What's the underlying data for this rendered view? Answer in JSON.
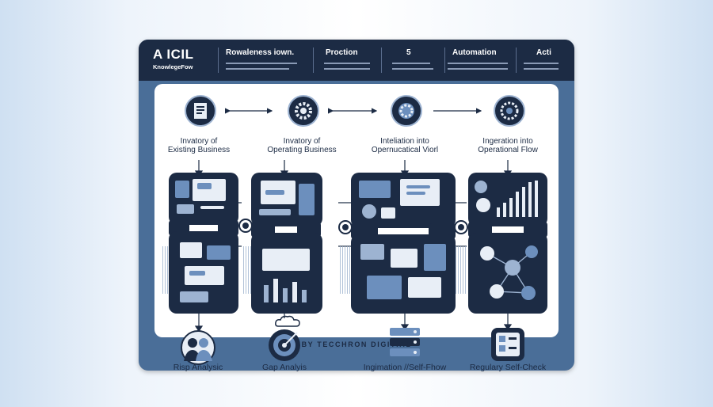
{
  "header": {
    "brand_title": "A ICIL",
    "brand_sub": "KnowlegeFow",
    "col1_title": "Rowaleness iown.",
    "col2_title": "Proction",
    "col3_title": "5",
    "col4_title": "Automation",
    "col5_title": "Acti"
  },
  "steps": [
    {
      "label_line1": "Invatory of",
      "label_line2": "Existing Business"
    },
    {
      "label_line1": "Invatory of",
      "label_line2": "Operating Business"
    },
    {
      "label_line1": "Inteliation into",
      "label_line2": "Opernucatical  Viorl"
    },
    {
      "label_line1": "Ingeration into",
      "label_line2": "Operational Flow"
    }
  ],
  "bottom": [
    {
      "label": "Risp Analysic",
      "icon": "people-icon"
    },
    {
      "label": "Gap Analyis",
      "icon": "target-icon"
    },
    {
      "label": "Ingimation //Self-Fhow",
      "icon": "server-icon"
    },
    {
      "label": "Regulary Self-Check",
      "icon": "checklist-icon"
    }
  ],
  "footer": "BY TECCHRON DIGITIAL",
  "colors": {
    "dark": "#1c2b44",
    "frame": "#4a6e98",
    "accent": "#6c8fbd"
  }
}
